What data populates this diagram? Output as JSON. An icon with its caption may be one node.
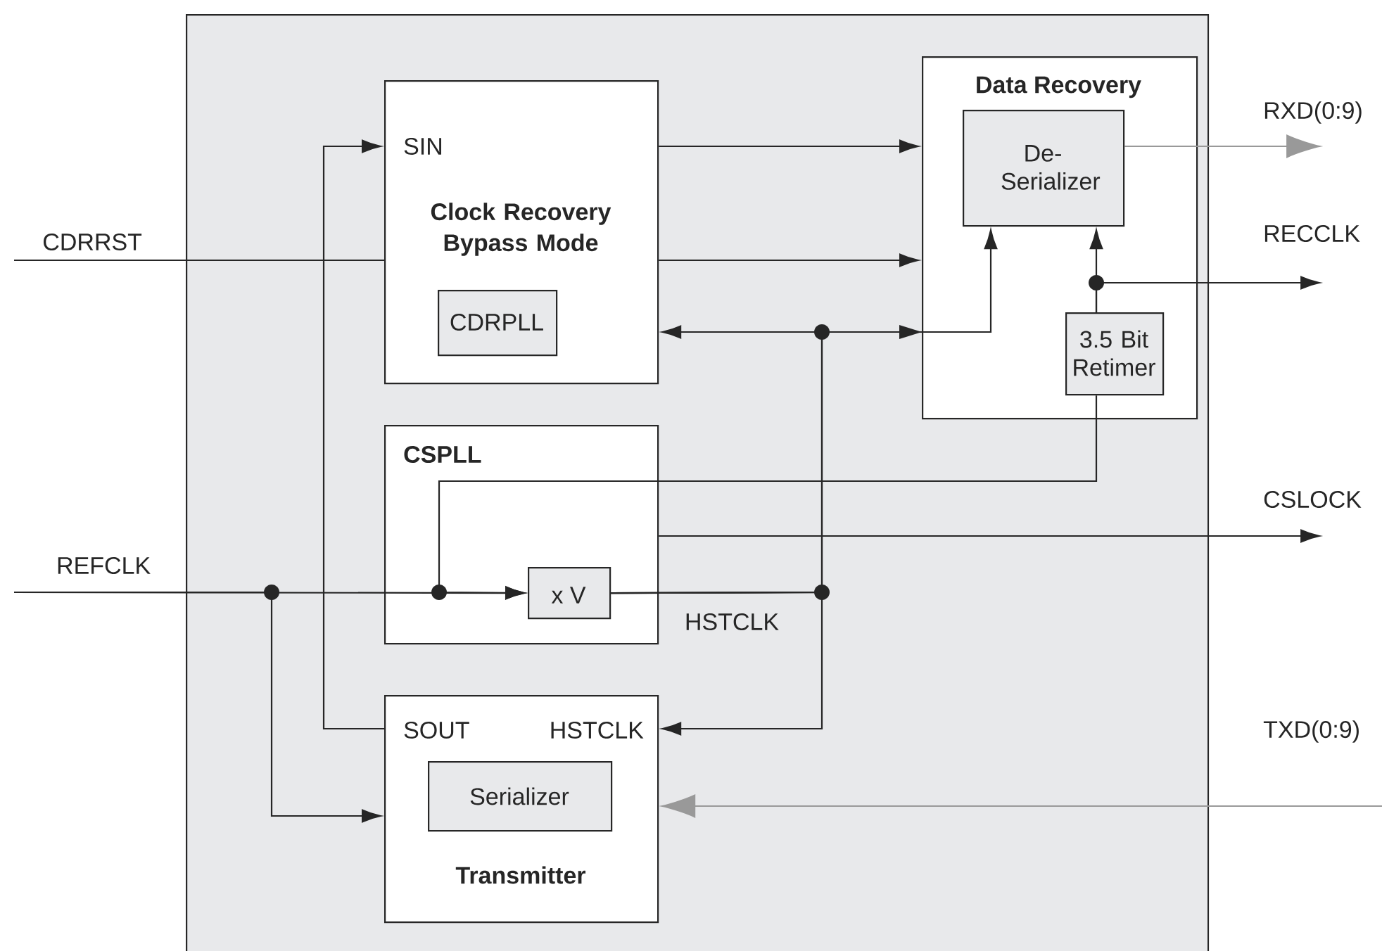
{
  "diagram": {
    "nodes": [
      {
        "text": [],
        "shape": "box"
      },
      {
        "text": [
          "SIN",
          "Clock Recovery Bypass Mode"
        ],
        "in": 0
      },
      {
        "text": [
          "CDRPLL"
        ],
        "in": 1
      },
      {
        "text": [
          "Data Recovery"
        ],
        "in": 0
      },
      {
        "text": [
          "De- Serializer"
        ],
        "in": 3
      },
      {
        "text": [
          "3.5 Bit Retimer"
        ],
        "in": 3
      },
      {
        "text": [
          "CSPLL"
        ],
        "in": 0
      },
      {
        "text": [
          "x V"
        ],
        "in": 6
      },
      {
        "text": [
          "SOUT",
          "HSTCLK",
          "Transmitter"
        ],
        "in": 0
      },
      {
        "text": [
          "Serializer"
        ],
        "in": 8
      },
      {
        "text": [
          "CDRRST"
        ]
      },
      {
        "text": [
          "REFCLK"
        ]
      },
      {
        "text": [
          "RXD(0:9)"
        ]
      },
      {
        "text": [
          "RECCLK"
        ]
      },
      {
        "text": [
          "CSLOCK"
        ]
      },
      {
        "text": [
          "TXD(0:9)"
        ]
      }
    ],
    "edges": [
      {
        "from": 10,
        "to": 1,
        "arrow": "none"
      },
      {
        "from": 1,
        "to": 3,
        "arrow": "to"
      },
      {
        "from": 1,
        "to": 3,
        "arrow": "to"
      },
      {
        "from": 7,
        "to": 1,
        "arrow": "to"
      },
      {
        "from": 7,
        "to": 4,
        "arrow": "to"
      },
      {
        "from": 7,
        "to": 8,
        "arrow": "to"
      },
      {
        "from": 11,
        "to": 7,
        "arrow": "to"
      },
      {
        "from": 11,
        "to": 8,
        "arrow": "to"
      },
      {
        "from": 5,
        "to": 4,
        "arrow": "to"
      },
      {
        "from": 5,
        "to": 13,
        "arrow": "to"
      },
      {
        "from": 5,
        "to": 7,
        "arrow": "to"
      },
      {
        "from": 4,
        "to": 12,
        "arrow": "to",
        "color": "#999999"
      },
      {
        "from": 6,
        "to": 14,
        "arrow": "to"
      },
      {
        "from": 8,
        "to": 1,
        "arrow": "to"
      },
      {
        "from": 15,
        "to": 8,
        "arrow": "to",
        "color": "#999999"
      }
    ],
    "labels": [
      "HSTCLK"
    ]
  }
}
